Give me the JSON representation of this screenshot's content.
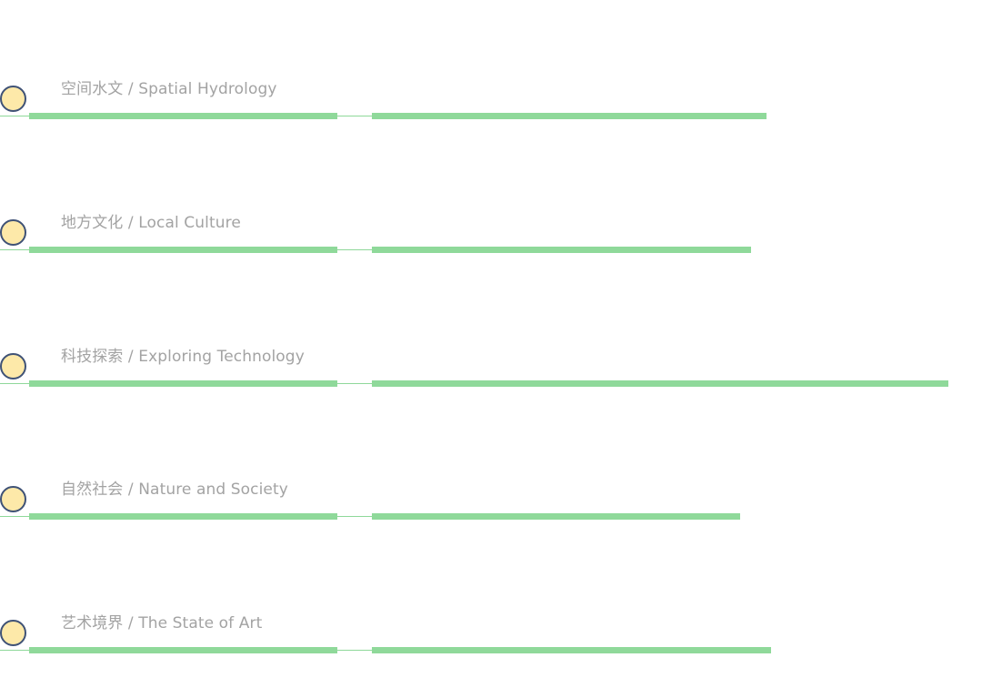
{
  "colors": {
    "bar": "#8fd99a",
    "marker_fill": "#fde9a9",
    "marker_border": "#3f5276",
    "title_text": "#a3a3a3"
  },
  "rows": [
    {
      "title": "空间水文 / Spatial Hydrology"
    },
    {
      "title": "地方文化 / Local Culture"
    },
    {
      "title": "科技探索 / Exploring Technology"
    },
    {
      "title": "自然社会 / Nature and Society"
    },
    {
      "title": "艺术境界 / The State of Art"
    }
  ]
}
